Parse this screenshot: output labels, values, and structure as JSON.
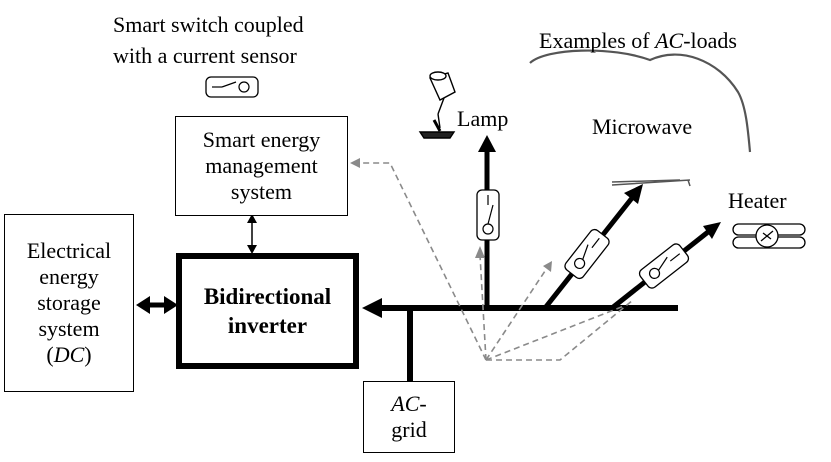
{
  "switch_caption": {
    "line1": "Smart switch coupled",
    "line2": "with a current sensor"
  },
  "loads_caption": {
    "prefix": "Examples of ",
    "var": "AC",
    "suffix": "-loads"
  },
  "loads": {
    "lamp": "Lamp",
    "microwave": "Microwave",
    "heater": "Heater"
  },
  "sems": {
    "line1": "Smart energy",
    "line2": "management",
    "line3": "system"
  },
  "storage": {
    "line1": "Electrical",
    "line2": "energy",
    "line3": "storage",
    "line4": "system",
    "var_open": "(",
    "var": "DC",
    "var_close": ")"
  },
  "inverter": {
    "line1": "Bidirectional",
    "line2": "inverter"
  },
  "grid": {
    "var": "AC",
    "suffix": "-",
    "line2": "grid"
  },
  "colors": {
    "line": "#000000",
    "dashed": "#8a8a8a",
    "brace": "#555555"
  }
}
